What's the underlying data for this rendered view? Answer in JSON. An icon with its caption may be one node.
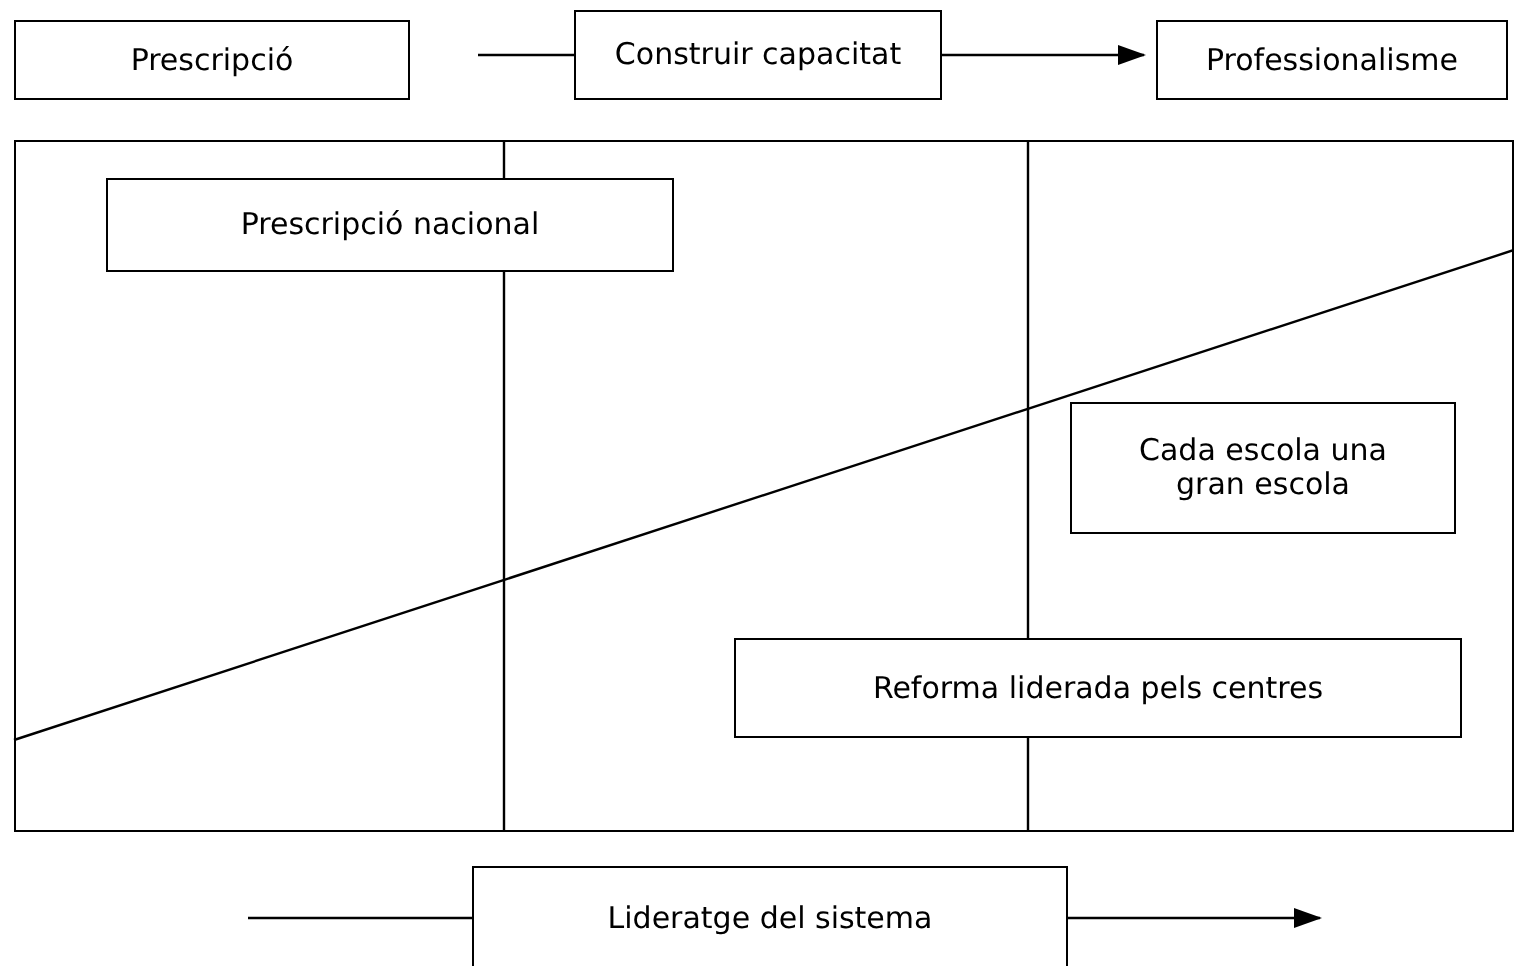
{
  "diagram": {
    "nodes": [
      {
        "text": [
          "Prescripció"
        ]
      },
      {
        "text": [
          "Construir capacitat"
        ]
      },
      {
        "text": [
          "Professionalisme"
        ]
      },
      {
        "text": [],
        "shape": "box"
      },
      {
        "text": [
          "Prescripció nacional"
        ],
        "in": 3
      },
      {
        "text": [
          "Cada escola una gran escola"
        ],
        "in": 3
      },
      {
        "text": [
          "Reforma liderada pels centres"
        ],
        "in": 3
      },
      {
        "text": [
          "Lideratge del sistema"
        ]
      }
    ],
    "edges": [
      {
        "from": null,
        "to": 1,
        "arrow": "none"
      },
      {
        "from": 1,
        "to": 2,
        "arrow": "to"
      },
      {
        "from": null,
        "to": 7,
        "arrow": "none"
      },
      {
        "from": 7,
        "to": null,
        "arrow": "to"
      }
    ]
  }
}
